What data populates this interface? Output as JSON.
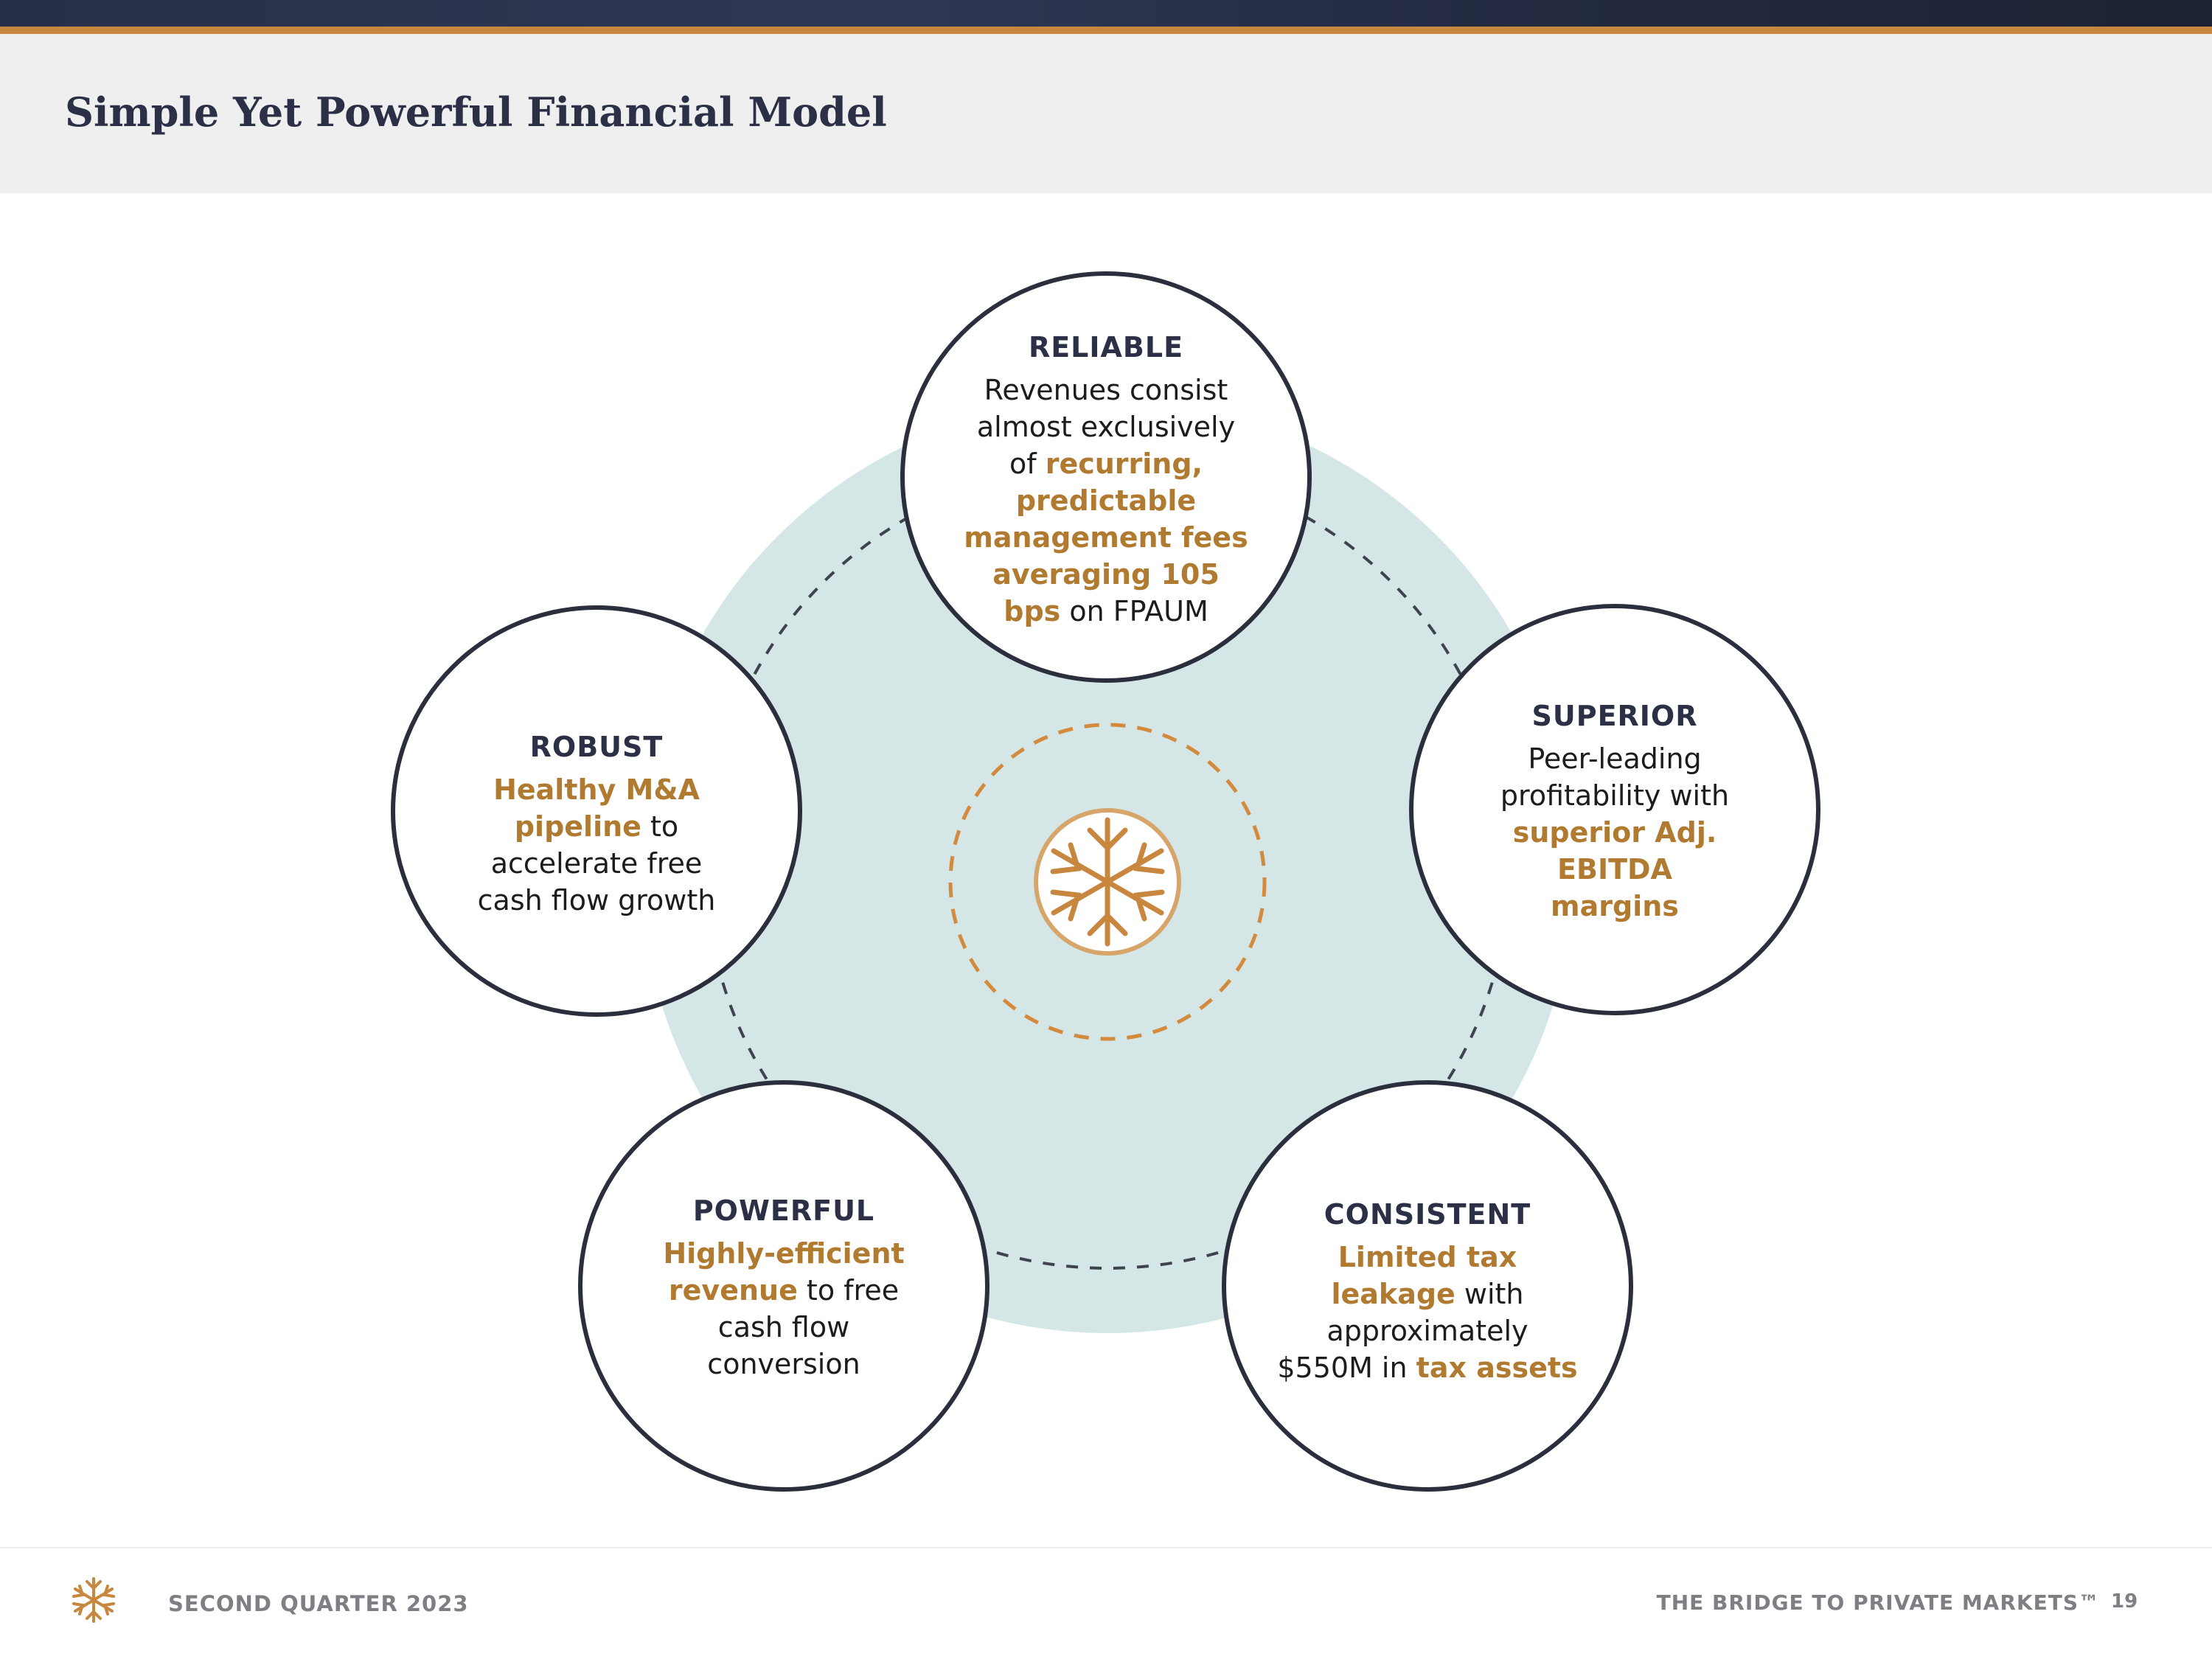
{
  "header": {
    "title": "Simple Yet Powerful Financial Model"
  },
  "circles": {
    "reliable": {
      "heading": "RELIABLE",
      "l1": "Revenues consist",
      "l2": "almost exclusively",
      "l3a": "of ",
      "l3b": "recurring,",
      "l4": "predictable",
      "l5": "management fees",
      "l6": "averaging 105",
      "l7a": "bps",
      "l7b": " on FPAUM"
    },
    "superior": {
      "heading": "SUPERIOR",
      "l1": "Peer-leading",
      "l2": "profitability with",
      "l3": "superior Adj.",
      "l4": "EBITDA",
      "l5": "margins"
    },
    "robust": {
      "heading": "ROBUST",
      "l1": "Healthy M&A",
      "l2a": "pipeline",
      "l2b": " to",
      "l3": "accelerate free",
      "l4": "cash flow growth"
    },
    "powerful": {
      "heading": "POWERFUL",
      "l1": "Highly-efficient",
      "l2a": "revenue",
      "l2b": " to free",
      "l3": "cash flow",
      "l4": "conversion"
    },
    "consistent": {
      "heading": "CONSISTENT",
      "l1": "Limited tax",
      "l2a": "leakage",
      "l2b": " with",
      "l3": "approximately",
      "l4a": "$550M in ",
      "l4b": "tax assets"
    }
  },
  "footer": {
    "left": "SECOND QUARTER 2023",
    "right": "THE BRIDGE TO PRIVATE MARKETS™",
    "page": "19"
  },
  "colors": {
    "navy": "#2b3047",
    "gold": "#b07a30",
    "accent_orange": "#c8873e",
    "teal_bg": "#d5e6e6",
    "header_bg": "#efefef"
  }
}
